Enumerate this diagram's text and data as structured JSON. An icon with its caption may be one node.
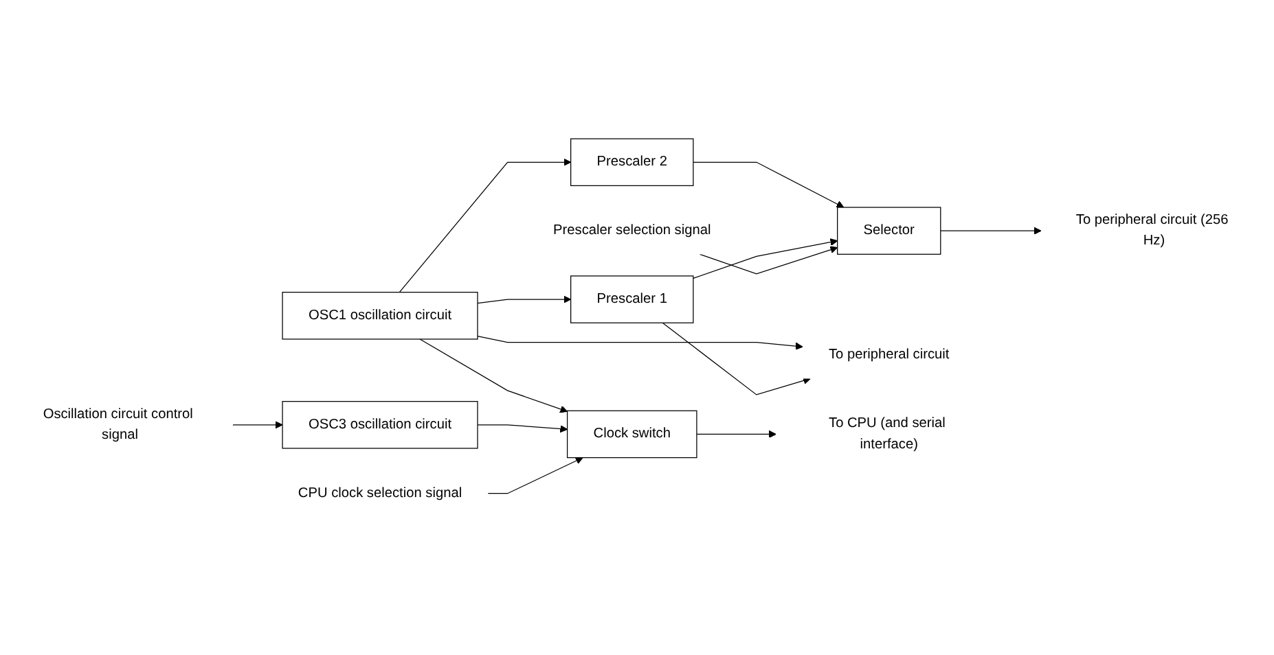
{
  "diagram": {
    "nodes": [
      {
        "text": [
          "OSC1 oscillation circuit"
        ]
      },
      {
        "text": [
          "Prescaler 2"
        ]
      },
      {
        "text": [
          "Prescaler 1"
        ]
      },
      {
        "text": [
          "Selector"
        ]
      },
      {
        "text": [
          "Clock switch"
        ]
      },
      {
        "text": [
          "OSC3 oscillation circuit"
        ]
      },
      {
        "text": [
          "Prescaler selection signal"
        ]
      },
      {
        "text": [
          "To peripheral circuit (256 Hz)"
        ]
      },
      {
        "text": [
          "To peripheral circuit"
        ]
      },
      {
        "text": [
          "To CPU (and serial interface)"
        ]
      },
      {
        "text": [
          "CPU clock selection signal"
        ]
      },
      {
        "text": [
          "Oscillation circuit control signal"
        ]
      }
    ],
    "edges": [
      {
        "from": 0,
        "to": 1,
        "arrow": "to"
      },
      {
        "from": 0,
        "to": 2,
        "arrow": "to"
      },
      {
        "from": 0,
        "to": 8,
        "arrow": "to"
      },
      {
        "from": 0,
        "to": 4,
        "arrow": "to"
      },
      {
        "from": 1,
        "to": 3,
        "arrow": "to"
      },
      {
        "from": 2,
        "to": 3,
        "arrow": "to"
      },
      {
        "from": 2,
        "to": 8,
        "arrow": "to"
      },
      {
        "from": 6,
        "to": 3,
        "arrow": "to"
      },
      {
        "from": 3,
        "to": 7,
        "arrow": "to"
      },
      {
        "from": 5,
        "to": 4,
        "arrow": "to"
      },
      {
        "from": 4,
        "to": 9,
        "arrow": "to"
      },
      {
        "from": 10,
        "to": 4,
        "arrow": "to"
      },
      {
        "from": 11,
        "to": 5,
        "arrow": "to"
      }
    ]
  }
}
